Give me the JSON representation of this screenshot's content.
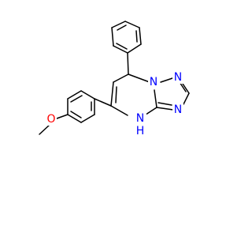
{
  "structure": {
    "atoms": {
      "n_top": "N",
      "n_right_top": "N",
      "n_right_bottom": "N",
      "nh_h": "H",
      "nh_n": "N",
      "o": "O"
    },
    "colors": {
      "bond": "#000000",
      "nitrogen": "#0000ff",
      "oxygen": "#ff0000",
      "background": "#ffffff"
    }
  }
}
